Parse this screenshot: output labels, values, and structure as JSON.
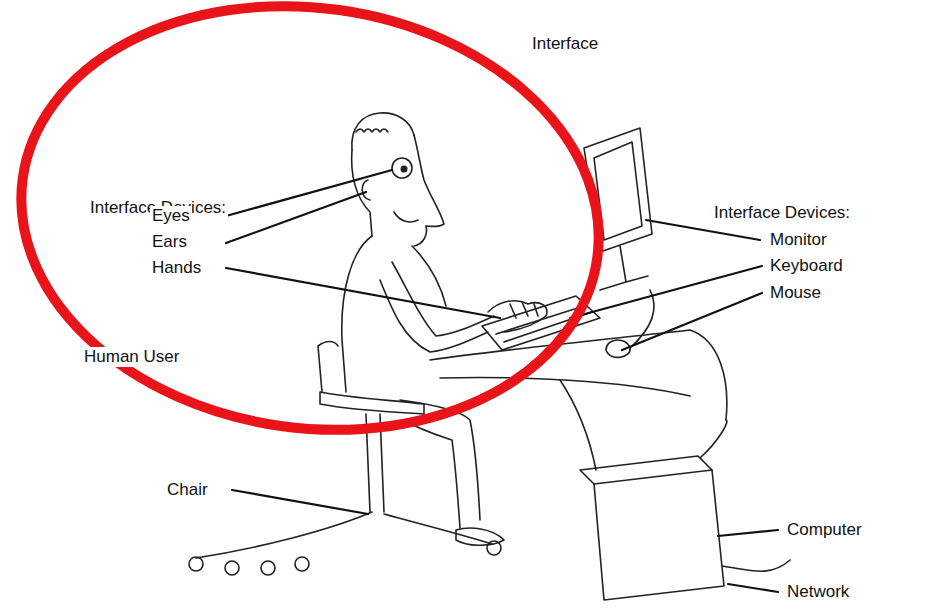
{
  "diagram": {
    "labels": [
      "Interface",
      "Interface Devices:",
      "Eyes",
      "Ears",
      "Hands",
      "Human User",
      "Interface Devices:",
      "Monitor",
      "Keyboard",
      "Mouse",
      "Chair",
      "Computer",
      "Network"
    ]
  }
}
